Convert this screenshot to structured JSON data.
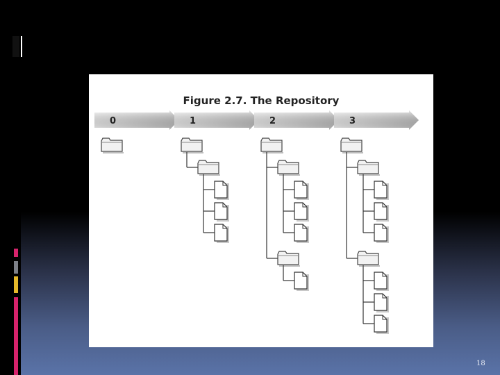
{
  "figure": {
    "title": "Figure 2.7. The Repository",
    "revisions": [
      {
        "label": "0",
        "tree": {
          "folder": true,
          "children": []
        }
      },
      {
        "label": "1",
        "tree": {
          "folder": true,
          "children": [
            {
              "folder": true,
              "files": 3
            }
          ]
        }
      },
      {
        "label": "2",
        "tree": {
          "folder": true,
          "children": [
            {
              "folder": true,
              "files": 3
            },
            {
              "folder": true,
              "files": 1
            }
          ]
        }
      },
      {
        "label": "3",
        "tree": {
          "folder": true,
          "children": [
            {
              "folder": true,
              "files": 3
            },
            {
              "folder": true,
              "files": 3
            }
          ]
        }
      }
    ]
  },
  "slide": {
    "page_number": "18"
  },
  "colors": {
    "accent_pink": "#d6236c",
    "accent_gray": "#7d8088",
    "accent_yellow": "#e5b82a",
    "arrow_gray": "#c9c9c9"
  }
}
